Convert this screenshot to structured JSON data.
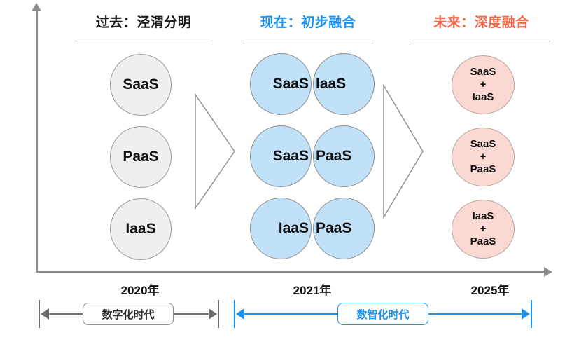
{
  "headers": [
    {
      "text": "过去：泾渭分明",
      "color": "#1a1a1a"
    },
    {
      "text": "现在：初步融合",
      "color": "#1a90f0"
    },
    {
      "text": "未来：深度融合",
      "color": "#f4664a"
    }
  ],
  "past_column": {
    "items": [
      {
        "label": "SaaS"
      },
      {
        "label": "PaaS"
      },
      {
        "label": "IaaS"
      }
    ]
  },
  "present_column": {
    "items": [
      {
        "left": "SaaS",
        "right": "IaaS"
      },
      {
        "left": "SaaS",
        "right": "PaaS"
      },
      {
        "left": "IaaS",
        "right": "PaaS"
      }
    ]
  },
  "future_column": {
    "plus": "+",
    "items": [
      {
        "top": "SaaS",
        "bottom": "IaaS"
      },
      {
        "top": "SaaS",
        "bottom": "PaaS"
      },
      {
        "top": "IaaS",
        "bottom": "PaaS"
      }
    ]
  },
  "years": [
    {
      "label": "2020年"
    },
    {
      "label": "2021年"
    },
    {
      "label": "2025年"
    }
  ],
  "eras": [
    {
      "label": "数字化时代",
      "color": "#6e6e6e"
    },
    {
      "label": "数智化时代",
      "color": "#1a90f0"
    }
  ],
  "colors": {
    "axis": "#8c8c8c",
    "past_fill": "#efefef",
    "present_fill": "#c5e3f7",
    "present_overlap": "#9ed4f5",
    "future_fill": "#fbd9d3",
    "accent_blue": "#1a90f0",
    "accent_red": "#f4664a"
  }
}
